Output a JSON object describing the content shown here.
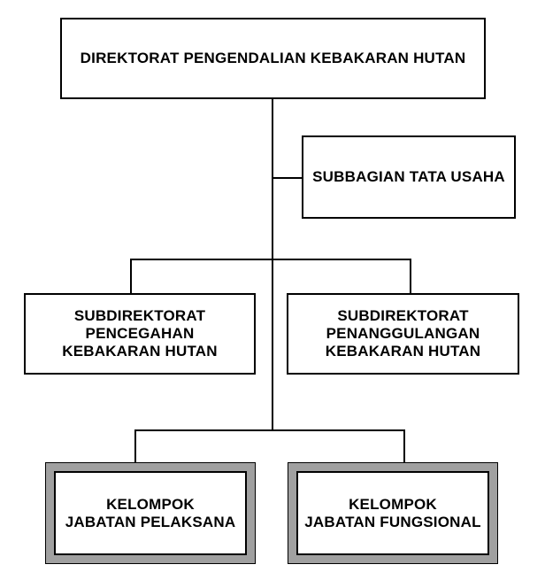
{
  "diagram": {
    "type": "org-chart",
    "colors": {
      "line": "#000000",
      "box_border": "#000000",
      "box_background": "#ffffff",
      "group_frame": "#a0a0a0",
      "text": "#000000"
    },
    "nodes": {
      "root": {
        "label": "DIREKTORAT PENGENDALIAN KEBAKARAN HUTAN"
      },
      "tata_usaha": {
        "label": "SUBBAGIAN TATA USAHA"
      },
      "pencegahan": {
        "line1": "SUBDIREKTORAT",
        "line2": "PENCEGAHAN",
        "line3": "KEBAKARAN HUTAN"
      },
      "penanggulangan": {
        "line1": "SUBDIREKTORAT",
        "line2": "PENANGGULANGAN",
        "line3": "KEBAKARAN HUTAN"
      },
      "pelaksana": {
        "line1": "KELOMPOK",
        "line2": "JABATAN PELAKSANA"
      },
      "fungsional": {
        "line1": "KELOMPOK",
        "line2": "JABATAN FUNGSIONAL"
      }
    }
  }
}
